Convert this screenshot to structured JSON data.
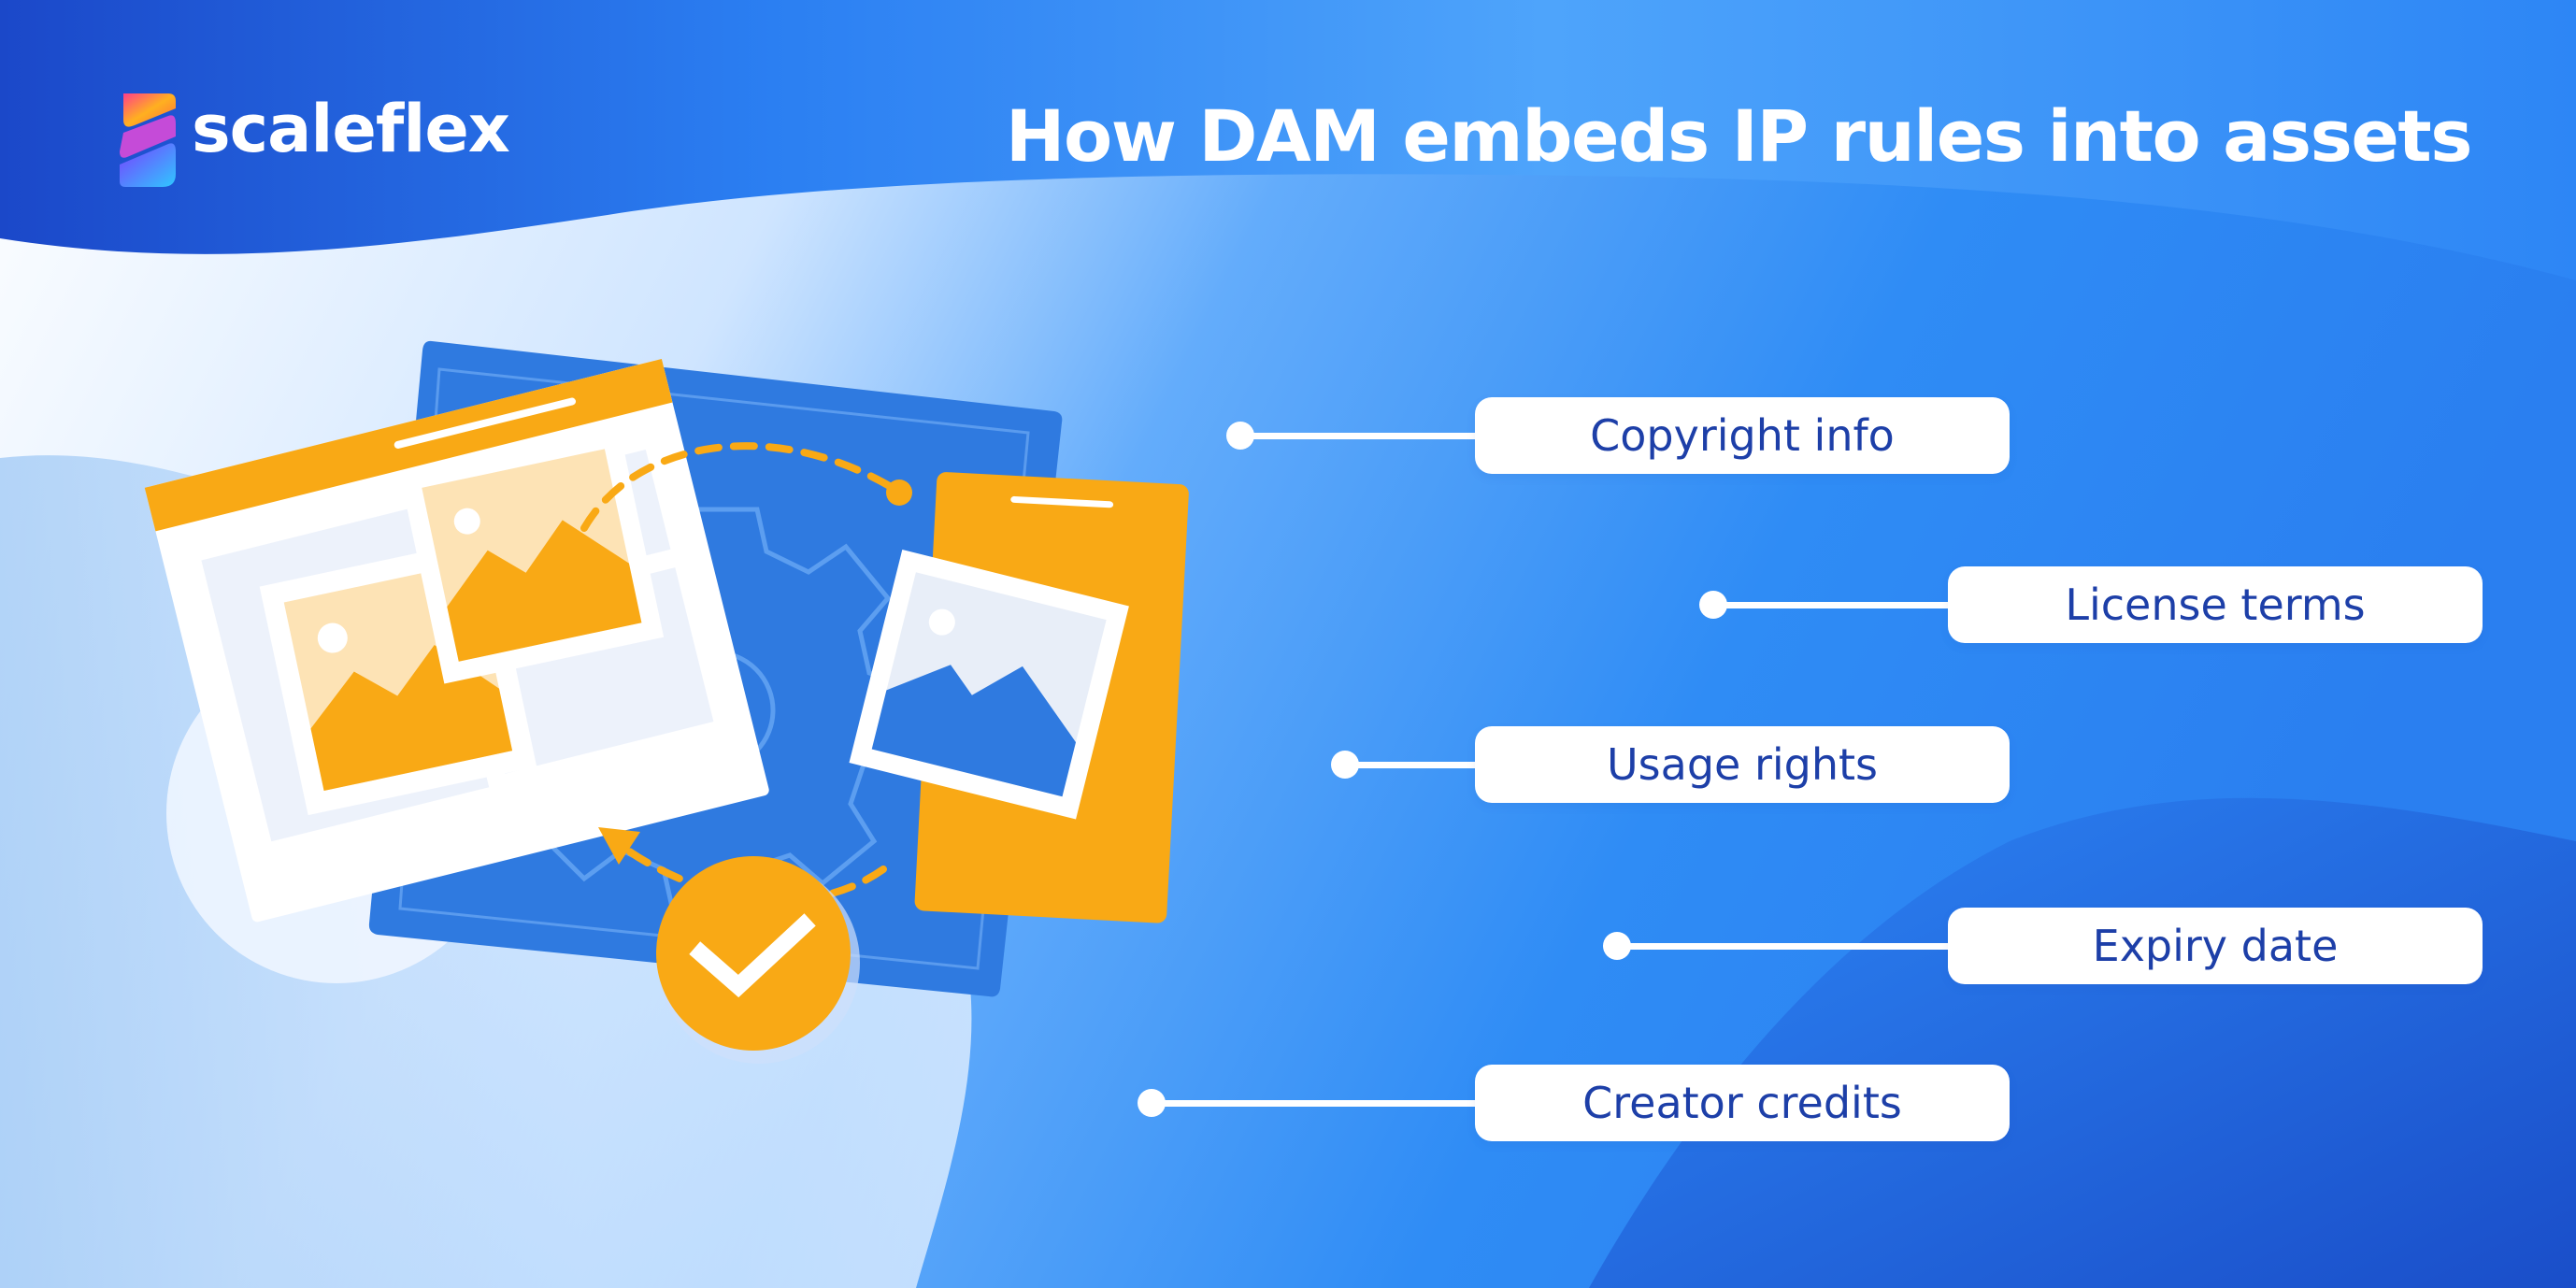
{
  "brand": {
    "name": "scaleflex"
  },
  "headline": "How DAM embeds IP rules into assets",
  "ip_rules": [
    {
      "label": "Copyright info"
    },
    {
      "label": "License terms"
    },
    {
      "label": "Usage rights"
    },
    {
      "label": "Expiry date"
    },
    {
      "label": "Creator credits"
    }
  ],
  "colors": {
    "deep_blue": "#1b4fd0",
    "bright_blue": "#2f8cf5",
    "accent_orange": "#f9a915",
    "label_text": "#1d3fa8",
    "white": "#ffffff"
  },
  "illustration": {
    "items": [
      "browser-window-icon",
      "image-thumbnail-icon",
      "gear-icon",
      "mobile-phone-icon",
      "checkmark-badge-icon",
      "sync-arrows-icon"
    ]
  }
}
